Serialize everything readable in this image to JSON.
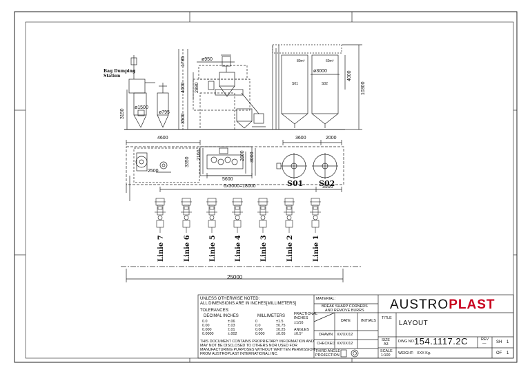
{
  "drawing": {
    "station_label_1": "Bag Dumping",
    "station_label_2": "Station",
    "dims_elevation": {
      "d950": "ø950",
      "d1785": "1785",
      "d4000a": "4000",
      "d2880": "2880",
      "d3500": "3500",
      "d3150": "3150",
      "d1500": "ø1500",
      "d795": "ø795",
      "d3000": "ø3000",
      "d4000b": "4000",
      "d10300": "10300",
      "m80a": "80m³",
      "m60b": "60m³",
      "s01": "S01",
      "s02": "S02"
    },
    "dims_plan": {
      "d4600": "4600",
      "d3600": "3600",
      "d2000": "2000",
      "d3350": "3350",
      "d2100": "2100",
      "d2600": "2600",
      "d3000": "3000",
      "d2500": "2500",
      "d5600": "5600",
      "d6x3000": "6x3000=18000",
      "d3500": "3500",
      "d25000": "25000",
      "s01": "S01",
      "s02": "S02"
    },
    "lines": [
      "Linie 7",
      "Linie 6",
      "Linie 5",
      "Linie 4",
      "Linie 3",
      "Linie 2",
      "Linie 1"
    ]
  },
  "title_block": {
    "notes_1": "UNLESS OTHERWISE NOTED:",
    "notes_2": "ALL DIMENSIONS ARE IN INCHES[MILLIMETERS]",
    "tolerances": "TOLERANCES:",
    "decimal_inches": "DECIMAL INCHES",
    "millimeters": "MILLIMETERS",
    "fractional_inches_1": "FRACTIONAL",
    "fractional_inches_2": "INCHES",
    "dec_values": [
      "0.0",
      "0.00",
      "0.000",
      "0.0000"
    ],
    "dec_tol": [
      "±.06",
      "±.03",
      "±.01",
      "±.002"
    ],
    "mm_values": [
      "0",
      "0.0",
      "0.00",
      "0.000"
    ],
    "mm_tol": [
      "±1.5",
      "±0.75",
      "±0.25",
      "±0.05"
    ],
    "frac_tol": "±1/16",
    "angles": "ANGLES",
    "angles_tol": "±0.5°",
    "proprietary_1": "THIS DOCUMENT CONTAINS PROPRIETARY INFORMATION AND",
    "proprietary_2": "MAY NOT BE DISCLOSED TO OTHERS NOR USED FOR",
    "proprietary_3": "MANUFACTURING PURPOSES WITHOUT WRITTEN PERMISSION",
    "proprietary_4": "FROM AUSTROPLAST INTERNATIONAL INC.",
    "material": "MATERIAL:",
    "break_1": "BREAK SHARP CORNERS",
    "break_2": "AND REMOVE BURRS",
    "date": "DATE",
    "initials": "INITIALS",
    "drawn": "DRAWN",
    "drawn_date": "XX/XX/12",
    "checked": "CHECKED",
    "checked_date": "XX/XX/12",
    "third_angle": "THIRD ANGLE",
    "projection": "PROJECTION",
    "logo_a": "AUSTRO",
    "logo_b": "PLAST",
    "title_label": "TITLE",
    "title_value": "LAYOUT",
    "size_label": "SIZE",
    "size_value": "A3",
    "dwg_label": "DWG NO.",
    "dwg_value": "154.1117.2C",
    "rev_label": "REV",
    "rev_value": "—",
    "sh_label": "SH",
    "sh_value": "1",
    "scale_label": "SCALE",
    "scale_value": "1:100",
    "weight_label": "WEIGHT:",
    "weight_value": "XXX Kg.",
    "of_label": "OF",
    "of_value": "1"
  }
}
